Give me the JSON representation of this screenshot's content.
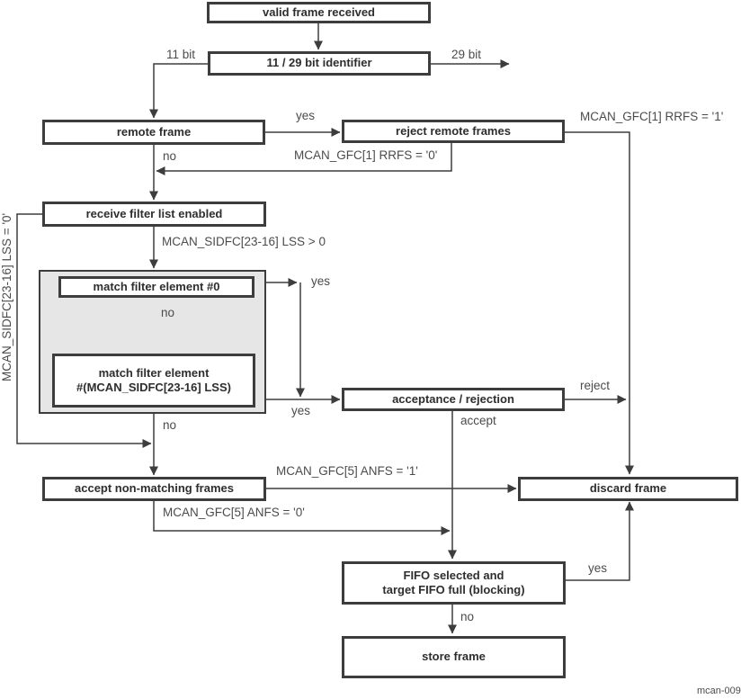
{
  "figure": {
    "id": "mcan-009"
  },
  "colors": {
    "line": "#3d3d3d",
    "box_border": "#3d3d3d",
    "box_fill": "#ffffff",
    "group_fill": "#e6e6e6",
    "node_text": "#2e2e2e",
    "label_text": "#4b4b4b"
  },
  "nodes": {
    "valid_frame": {
      "label": "valid frame received"
    },
    "identifier": {
      "label": "11 / 29 bit identifier"
    },
    "remote_frame": {
      "label": "remote frame"
    },
    "reject_remote": {
      "label": "reject remote frames"
    },
    "filter_list": {
      "label": "receive filter list enabled"
    },
    "match_first": {
      "label": "match filter element #0"
    },
    "match_last": {
      "line1": "match filter element",
      "line2": "#(MCAN_SIDFC[23-16] LSS)"
    },
    "acceptance": {
      "label": "acceptance / rejection"
    },
    "accept_nonmatch": {
      "label": "accept non-matching frames"
    },
    "discard": {
      "label": "discard frame"
    },
    "fifo_full": {
      "line1": "FIFO selected and",
      "line2": "target FIFO full (blocking)"
    },
    "store": {
      "label": "store frame"
    }
  },
  "labels": {
    "bit11": "11 bit",
    "bit29": "29 bit",
    "remote_yes": "yes",
    "remote_no": "no",
    "rrfs_1": "MCAN_GFC[1] RRFS = '1'",
    "rrfs_0": "MCAN_GFC[1] RRFS = '0'",
    "lss_gt_0": "MCAN_SIDFC[23-16] LSS > 0",
    "lss_eq_0": "MCAN_SIDFC[23-16] LSS = '0'",
    "match_first_yes": "yes",
    "match_first_no": "no",
    "match_last_yes": "yes",
    "filter_no": "no",
    "reject": "reject",
    "accept": "accept",
    "anfs_1": "MCAN_GFC[5] ANFS = '1'",
    "anfs_0": "MCAN_GFC[5] ANFS = '0'",
    "fifo_yes": "yes",
    "fifo_no": "no"
  }
}
